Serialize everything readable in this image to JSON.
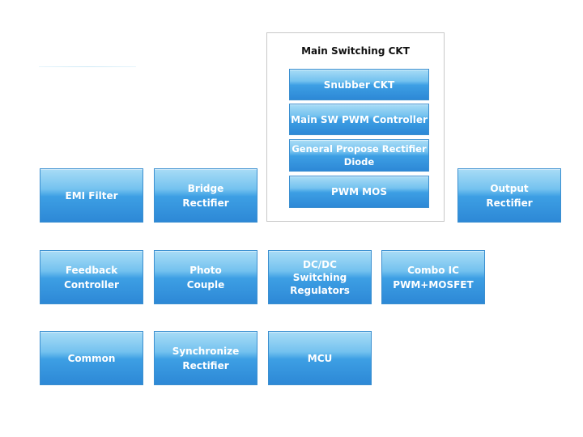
{
  "main_group": {
    "title": "Main Switching CKT",
    "blocks": [
      {
        "lines": [
          "Snubber CKT"
        ]
      },
      {
        "lines": [
          "Main SW PWM Controller"
        ]
      },
      {
        "lines": [
          "General Propose Rectifier",
          "Diode"
        ]
      },
      {
        "lines": [
          "PWM MOS"
        ]
      }
    ]
  },
  "row1": [
    {
      "lines": [
        "EMI Filter"
      ]
    },
    {
      "lines": [
        "Bridge",
        "Rectifier"
      ]
    },
    {
      "lines": [
        "Output",
        "Rectifier"
      ]
    }
  ],
  "row2": [
    {
      "lines": [
        "Feedback",
        "Controller"
      ]
    },
    {
      "lines": [
        "Photo",
        "Couple"
      ]
    },
    {
      "lines": [
        "DC/DC",
        "Switching",
        "Regulators"
      ]
    },
    {
      "lines": [
        "Combo IC",
        "PWM+MOSFET"
      ]
    }
  ],
  "row3": [
    {
      "lines": [
        "Common"
      ]
    },
    {
      "lines": [
        "Synchronize",
        "Rectifier"
      ]
    },
    {
      "lines": [
        "MCU"
      ]
    }
  ],
  "colors": {
    "block_top": "#a8dcf6",
    "block_bottom": "#2d88d6",
    "block_border": "#3b8fd0",
    "block_text": "#ffffff",
    "group_border": "#c9c9c9"
  }
}
